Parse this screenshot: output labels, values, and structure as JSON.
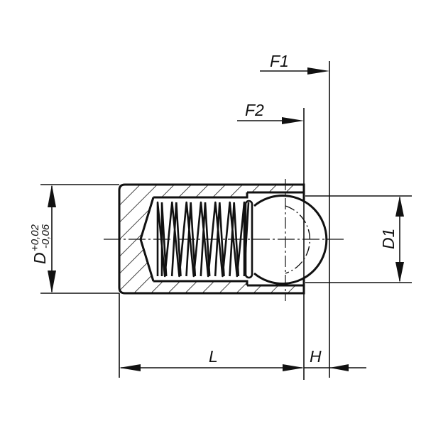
{
  "drawing": {
    "title": "Spring plunger with ball - dimension drawing",
    "colors": {
      "ink": "#111111",
      "paper": "#ffffff"
    },
    "labels": {
      "F1": "F1",
      "F2": "F2",
      "D": "D",
      "D_tol_upper": "+0,02",
      "D_tol_lower": "-0,06",
      "D1": "D1",
      "L": "L",
      "H": "H"
    }
  }
}
